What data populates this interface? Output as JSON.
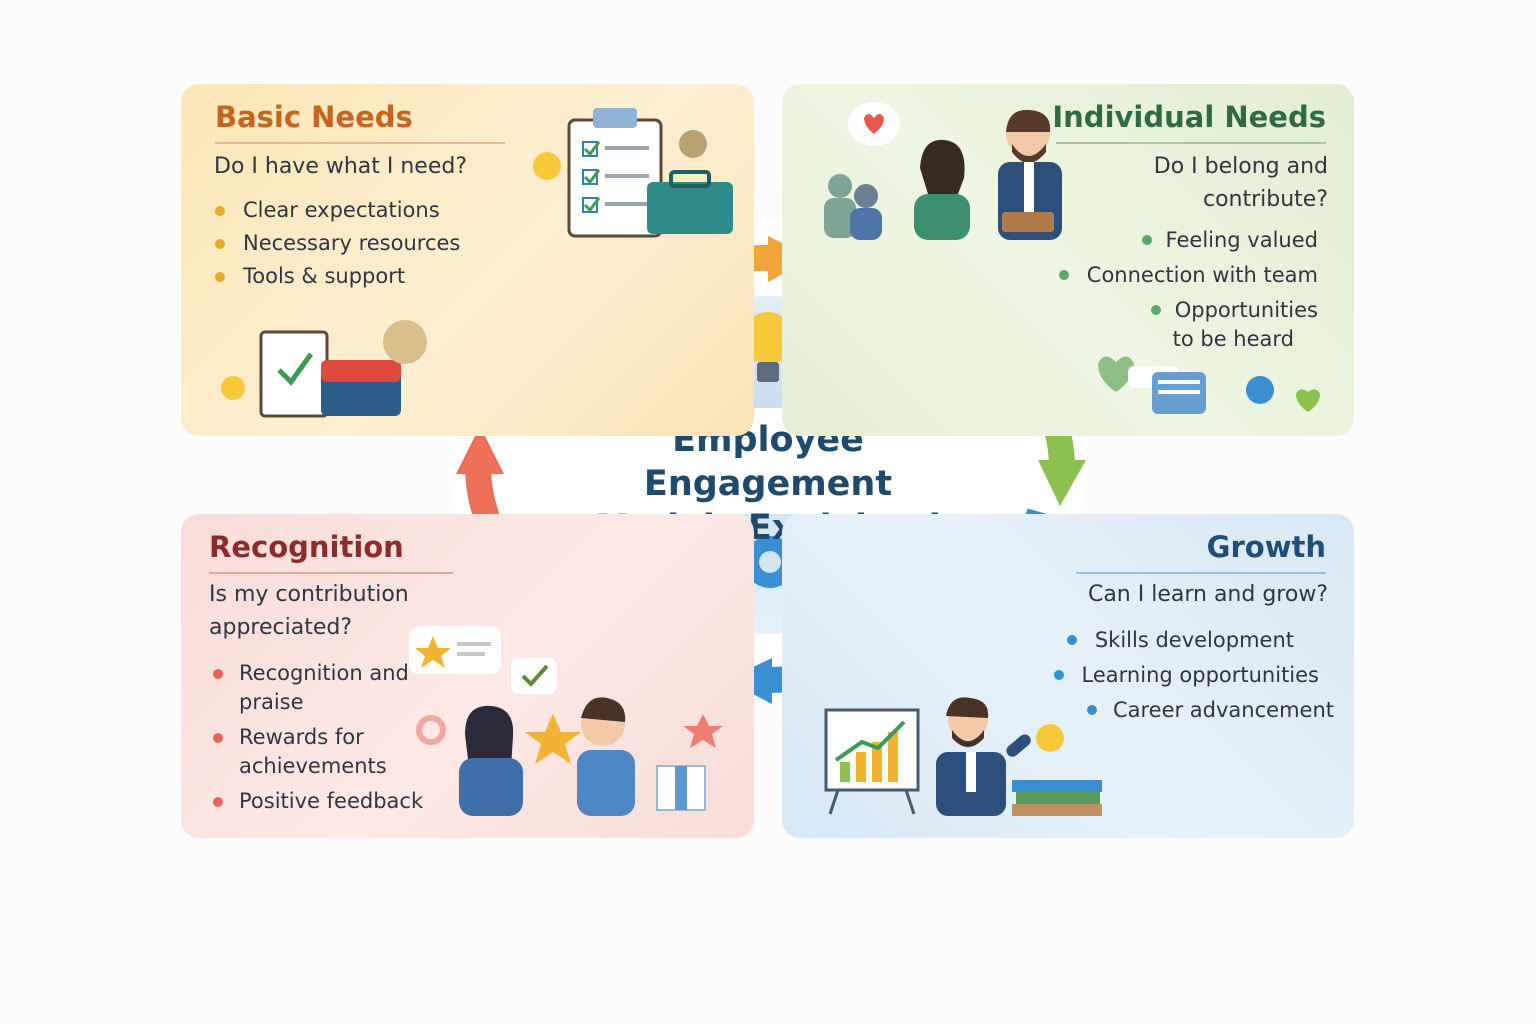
{
  "title": {
    "line1": "Employee Engagement",
    "line2": "Models Explained"
  },
  "quadrants": {
    "basic": {
      "title": "Basic Needs",
      "question": "Do I have what I need?",
      "items": [
        "Clear expectations",
        "Necessary resources",
        "Tools & support"
      ],
      "color": "#c8641e"
    },
    "individual": {
      "title": "Individual Needs",
      "question_line1": "Do I belong and",
      "question_line2": "contribute?",
      "items": [
        "Feeling valued",
        "Connection with team",
        "Opportunities",
        "to be heard"
      ],
      "color": "#2f6a45"
    },
    "recognition": {
      "title": "Recognition",
      "question_line1": "Is my contribution",
      "question_line2": "appreciated?",
      "items": [
        "Recognition and praise",
        "Rewards for achievements",
        "Positive feedback"
      ],
      "color": "#8a2c2c"
    },
    "growth": {
      "title": "Growth",
      "question": "Can I learn and grow?",
      "items": [
        "Skills development",
        "Learning opportunities",
        "Career advancement"
      ],
      "color": "#1f4e79"
    }
  },
  "cycle_arrows": [
    {
      "name": "basic-to-individual",
      "color": "#f2a33a"
    },
    {
      "name": "individual-to-growth",
      "color": "#8cc04f"
    },
    {
      "name": "growth-to-recognition",
      "color": "#3a8fd0"
    },
    {
      "name": "recognition-to-basic",
      "color": "#ec6f58"
    }
  ],
  "icons": [
    "clipboard-checklist-icon",
    "toolbox-icon",
    "lightbulb-icon",
    "gear-icon",
    "heart-bubble-icon",
    "team-people-icon",
    "growth-chart-icon",
    "trophy-icon",
    "gift-icon",
    "star-icon",
    "books-icon"
  ]
}
